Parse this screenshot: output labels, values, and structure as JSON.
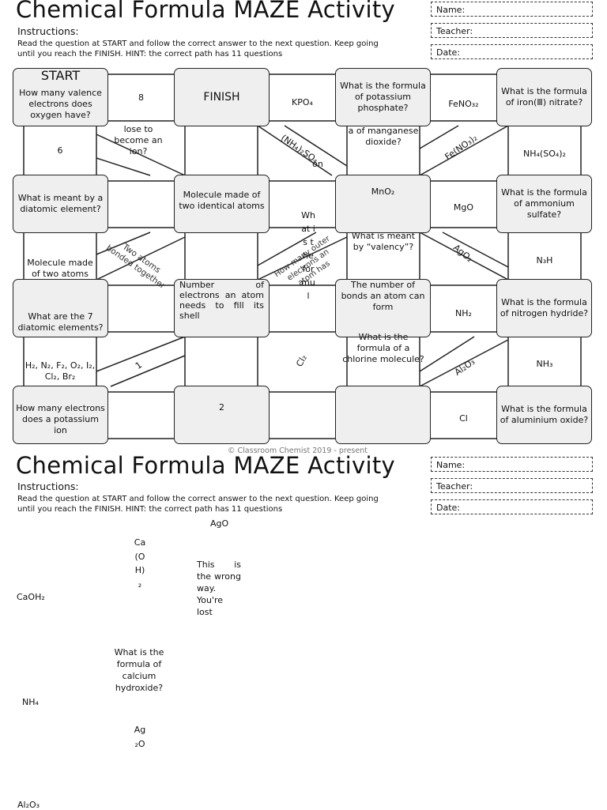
{
  "sheet": {
    "title": "Chemical Formula MAZE Activity",
    "fields": [
      "Name:",
      "Teacher:",
      "Date:"
    ],
    "instructions_heading": "Instructions:",
    "instructions": "Read the question at START and follow the correct answer to the next question. Keep going until you reach the FINISH. HINT: the correct path has 11 questions",
    "copyright": "© Classroom Chemist 2019 - present"
  },
  "maze": {
    "start_label": "START",
    "finish_label": "FINISH",
    "boxes": {
      "r1c1": "How many valence electrons does oxygen have?",
      "r1c3": "What is the formula of potassium phosphate?",
      "r1c5": "What is the formula of iron(Ⅲ) nitrate?",
      "r2c1": "What is meant by a diatomic element?",
      "r2c2": "Molecule made of two identical atoms",
      "r2c3": "MnO₂",
      "r2c5": "What is the formula of ammonium sulfate?",
      "r3c1": "What are the 7 diatomic elements?",
      "r3c2": "Number of electrons an atom needs to fill its shell",
      "r3c3": "The number of bonds an atom can form",
      "r3c5": "What is the formula of nitrogen hydride?",
      "r4c1": "How many electrons does a potassium ion",
      "r4c2": "2",
      "r4c3": "",
      "r4c5": "What is the formula of aluminium oxide?"
    },
    "cells": {
      "h1a": "8",
      "h1b": "KPO₄",
      "h1c": "FeNO₃₂",
      "v1a": "6",
      "v1b": "lose to become an ion?",
      "v1c": "a of manganese dioxide?",
      "v1d": "NH₄(SO₄)₂",
      "h2c": "MgO",
      "v2a": "Molecule made of two atoms",
      "v2c": "What is meant by “valency”?",
      "v2d": "N₃H",
      "h3c": "NH₂",
      "v3a": "H₂, N₂, F₂, O₂, I₂, Cl₂, Br₂",
      "v3c": "What is the formula of a chlorine molecule?",
      "v3d": "NH₃",
      "h4c": "Cl"
    },
    "diagonals": {
      "d1": "(NH₄)₂SO₄",
      "d2": "Fe(NO₃)₂",
      "d3": "Two atoms bonded together",
      "d4": "How many outer electrons an atom has",
      "d5": "AgO₂",
      "d6": "1",
      "d7": "Cl₂",
      "d8": "Al₂O₃"
    },
    "vertical_text": {
      "v_on": "on",
      "v_question": "What is the formul"
    }
  },
  "overflow": {
    "ago": "AgO",
    "caoh2_vertical": "Ca(OH)₂",
    "lost": "This is the wrong way. You're lost",
    "caoh2": "CaOH₂",
    "calcium_q": "What is the formula of calcium hydroxide?",
    "nh4": "NH₄",
    "ag2o_vertical": "Ag₂O",
    "al2o3": "Al₂O₃"
  }
}
